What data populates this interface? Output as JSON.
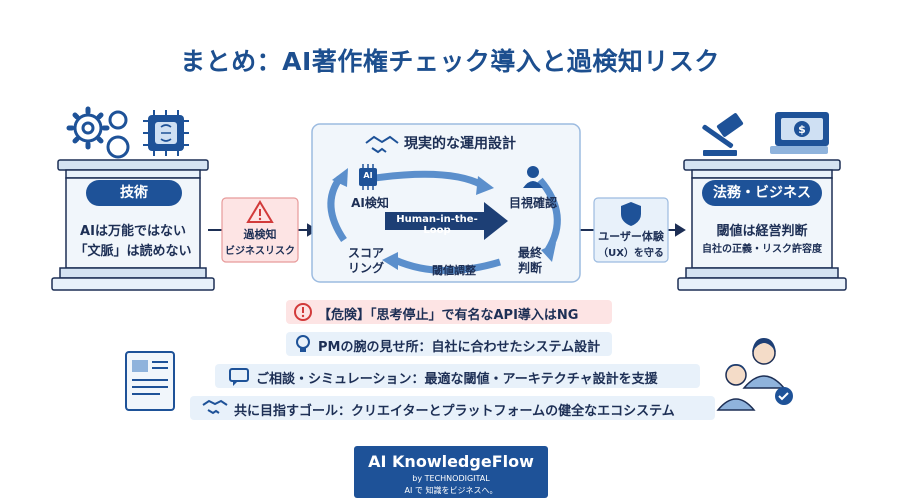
{
  "title": "まとめ：AI著作権チェック導入と過検知リスク",
  "left": {
    "pill": "技術",
    "line1": "AIは万能ではない",
    "line2": "「文脈」は読めない"
  },
  "risk": {
    "line1": "過検知",
    "line2": "ビジネスリスク"
  },
  "center": {
    "title": "現実的な運用設計",
    "ai_icon": "AI",
    "ai_detect": "AI検知",
    "arrow_label": "Human-in-the-Loop",
    "visual_check": "目視確認",
    "scoring1": "スコア",
    "scoring2": "リング",
    "threshold": "閾値調整",
    "final1": "最終",
    "final2": "判断"
  },
  "ux": {
    "line1": "ユーザー体験",
    "line2": "（UX）を守る"
  },
  "right": {
    "pill": "法務・ビジネス",
    "line1": "閾値は経営判断",
    "line2": "自社の正義・リスク許容度"
  },
  "banners": [
    "【危険】「思考停止」で有名なAPI導入はNG",
    "PMの腕の見せ所：自社に合わせたシステム設計",
    "ご相談・シミュレーション：最適な閾値・アーキテクチャ設計を支援",
    "共に目指すゴール：クリエイターとプラットフォームの健全なエコシステム"
  ],
  "brand": {
    "name": "AI KnowledgeFlow",
    "by": "by TECHNODIGITAL",
    "tagline": "AI で 知識をビジネスへ。"
  },
  "colors": {
    "primary": "#1e5298",
    "light_blue": "#e8f1fa",
    "danger_bg": "#fde4e4",
    "danger": "#d23a3a"
  }
}
